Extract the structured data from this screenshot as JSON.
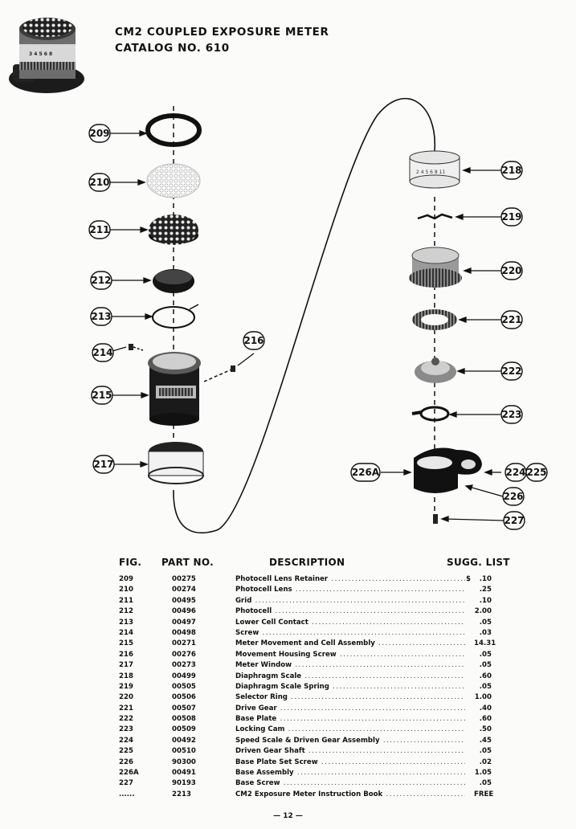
{
  "title": {
    "line1": "CM2 COUPLED EXPOSURE METER",
    "line2": "CATALOG NO. 610"
  },
  "callouts": [
    {
      "id": "209"
    },
    {
      "id": "210"
    },
    {
      "id": "211"
    },
    {
      "id": "212"
    },
    {
      "id": "213"
    },
    {
      "id": "214"
    },
    {
      "id": "215"
    },
    {
      "id": "216"
    },
    {
      "id": "217"
    },
    {
      "id": "218"
    },
    {
      "id": "219"
    },
    {
      "id": "220"
    },
    {
      "id": "221"
    },
    {
      "id": "222"
    },
    {
      "id": "223"
    },
    {
      "id": "224"
    },
    {
      "id": "225"
    },
    {
      "id": "226"
    },
    {
      "id": "226A"
    },
    {
      "id": "227"
    }
  ],
  "table": {
    "headers": {
      "fig": "FIG.",
      "part": "PART NO.",
      "desc": "DESCRIPTION",
      "list": "SUGG. LIST"
    },
    "currency": "$",
    "rows": [
      {
        "fig": "209",
        "part": "00275",
        "desc": "Photocell Lens Retainer",
        "price": ".10"
      },
      {
        "fig": "210",
        "part": "00274",
        "desc": "Photocell Lens",
        "price": ".25"
      },
      {
        "fig": "211",
        "part": "00495",
        "desc": "Grid",
        "price": ".10"
      },
      {
        "fig": "212",
        "part": "00496",
        "desc": "Photocell",
        "price": "2.00"
      },
      {
        "fig": "213",
        "part": "00497",
        "desc": "Lower Cell Contact",
        "price": ".05"
      },
      {
        "fig": "214",
        "part": "00498",
        "desc": "Screw",
        "price": ".03"
      },
      {
        "fig": "215",
        "part": "00271",
        "desc": "Meter Movement and Cell Assembly",
        "price": "14.31"
      },
      {
        "fig": "216",
        "part": "00276",
        "desc": "Movement Housing Screw",
        "price": ".05"
      },
      {
        "fig": "217",
        "part": "00273",
        "desc": "Meter Window",
        "price": ".05"
      },
      {
        "fig": "218",
        "part": "00499",
        "desc": "Diaphragm Scale",
        "price": ".60"
      },
      {
        "fig": "219",
        "part": "00505",
        "desc": "Diaphragm Scale Spring",
        "price": ".05"
      },
      {
        "fig": "220",
        "part": "00506",
        "desc": "Selector Ring",
        "price": "1.00"
      },
      {
        "fig": "221",
        "part": "00507",
        "desc": "Drive Gear",
        "price": ".40"
      },
      {
        "fig": "222",
        "part": "00508",
        "desc": "Base Plate",
        "price": ".60"
      },
      {
        "fig": "223",
        "part": "00509",
        "desc": "Locking Cam",
        "price": ".50"
      },
      {
        "fig": "224",
        "part": "00492",
        "desc": "Speed Scale & Driven Gear Assembly",
        "price": ".45"
      },
      {
        "fig": "225",
        "part": "00510",
        "desc": "Driven Gear Shaft",
        "price": ".05"
      },
      {
        "fig": "226",
        "part": "90300",
        "desc": "Base Plate Set Screw",
        "price": ".02"
      },
      {
        "fig": "226A",
        "part": "00491",
        "desc": "Base Assembly",
        "price": "1.05"
      },
      {
        "fig": "227",
        "part": "90193",
        "desc": "Base Screw",
        "price": ".05"
      },
      {
        "fig": "......",
        "part": "2213",
        "desc": "CM2 Exposure Meter Instruction Book",
        "price": "FREE"
      }
    ]
  },
  "page_number": "— 12 —"
}
